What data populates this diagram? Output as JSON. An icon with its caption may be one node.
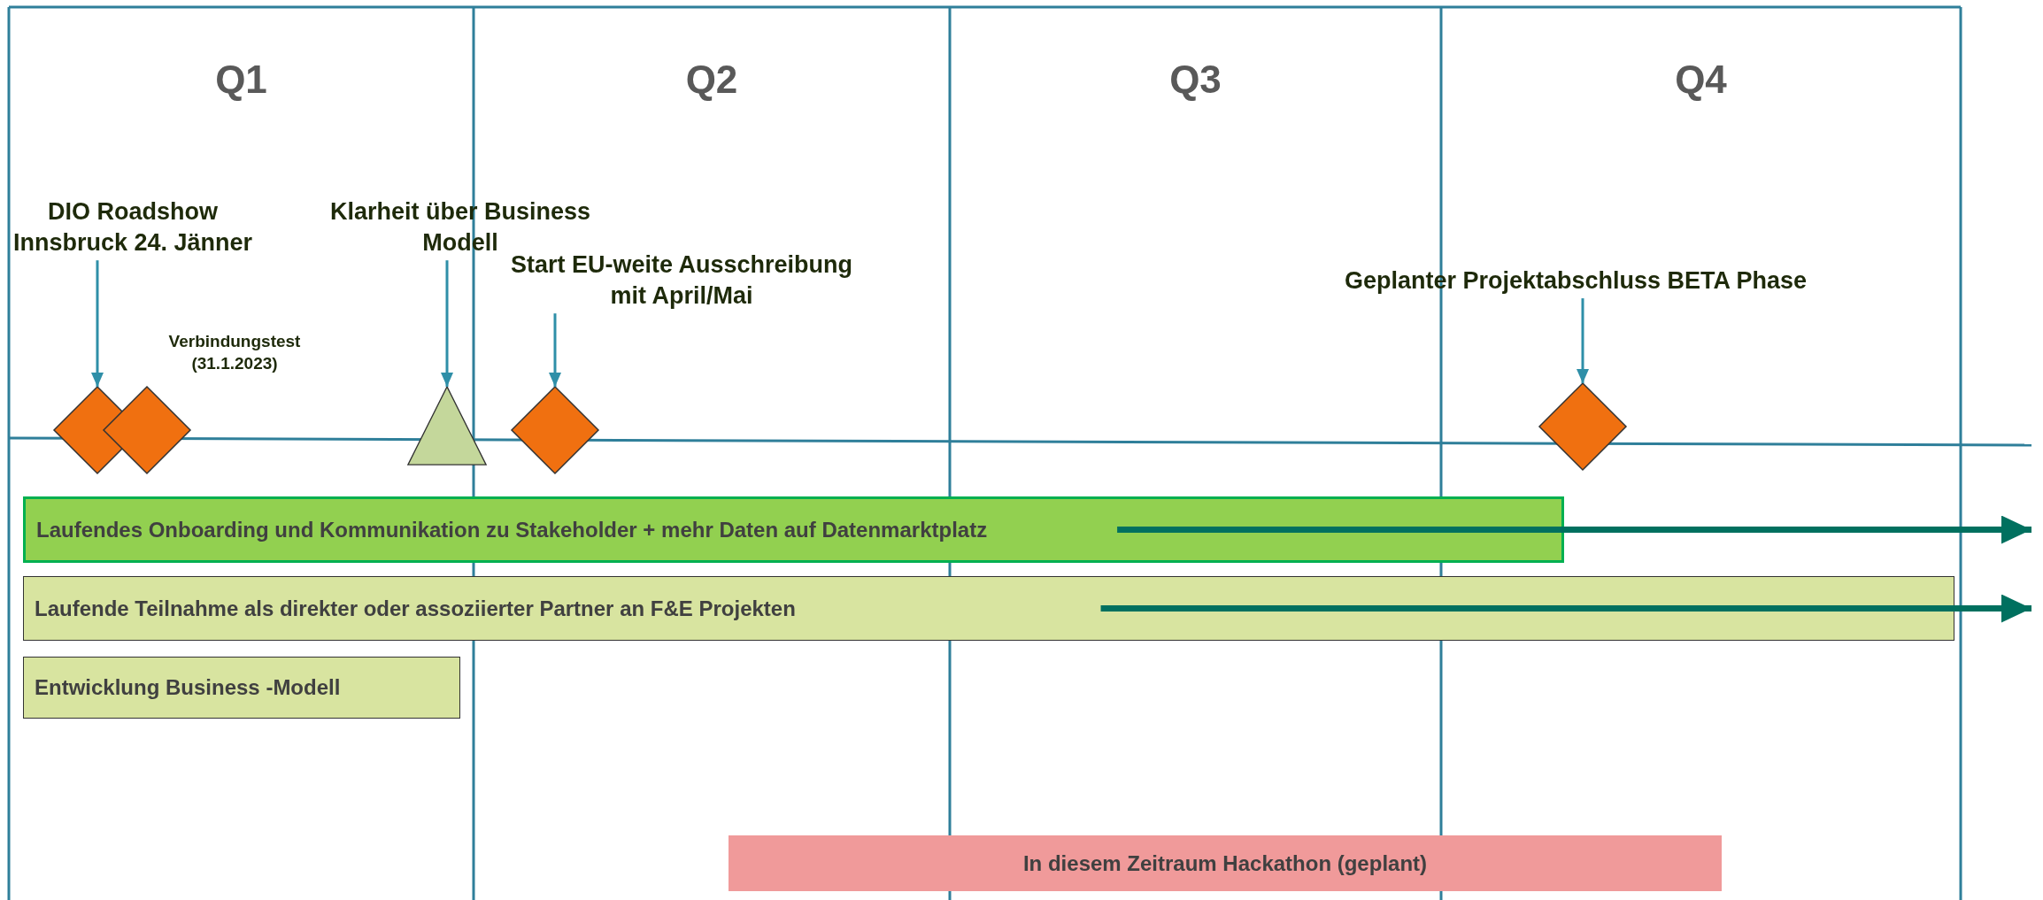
{
  "diagram": {
    "nodes": [
      {
        "text": [
          "DIO Roadshow Innsbruck 24. Jänner"
        ]
      },
      {
        "text": [],
        "shape": "diamond"
      },
      {
        "text": [],
        "shape": "diamond",
        "beside": [
          "Verbindungstest (31.1.2023)"
        ]
      },
      {
        "text": [
          "Klarheit über Business Modell"
        ]
      },
      {
        "text": [],
        "shape": "triangle"
      },
      {
        "text": [
          "Start EU-weite Ausschreibung mit April/Mai"
        ]
      },
      {
        "text": [],
        "shape": "diamond"
      },
      {
        "text": [
          "Geplanter Projektabschluss BETA Phase"
        ]
      },
      {
        "text": [],
        "shape": "diamond"
      },
      {
        "text": [
          "Laufendes Onboarding und Kommunikation zu Stakeholder + mehr Daten auf Datenmarktplatz"
        ]
      },
      {
        "text": [
          "Laufende Teilnahme als direkter oder assoziierter Partner an F&E Projekten"
        ]
      },
      {
        "text": [
          "Entwicklung Business -Modell"
        ]
      },
      {
        "text": [
          "In diesem Zeitraum Hackathon (geplant)"
        ]
      }
    ],
    "edges": [
      {
        "from": 0,
        "to": 1,
        "arrow": "to"
      },
      {
        "from": 3,
        "to": 4,
        "arrow": "to"
      },
      {
        "from": 5,
        "to": 6,
        "arrow": "to"
      },
      {
        "from": 7,
        "to": 8,
        "arrow": "to"
      },
      {
        "from": 9,
        "to": null,
        "arrow": "to",
        "style": "thick",
        "color": "#00705f"
      },
      {
        "from": 10,
        "to": null,
        "arrow": "to",
        "style": "thick",
        "color": "#00705f"
      }
    ],
    "labels": [
      "Q1",
      "Q2",
      "Q3",
      "Q4"
    ]
  }
}
